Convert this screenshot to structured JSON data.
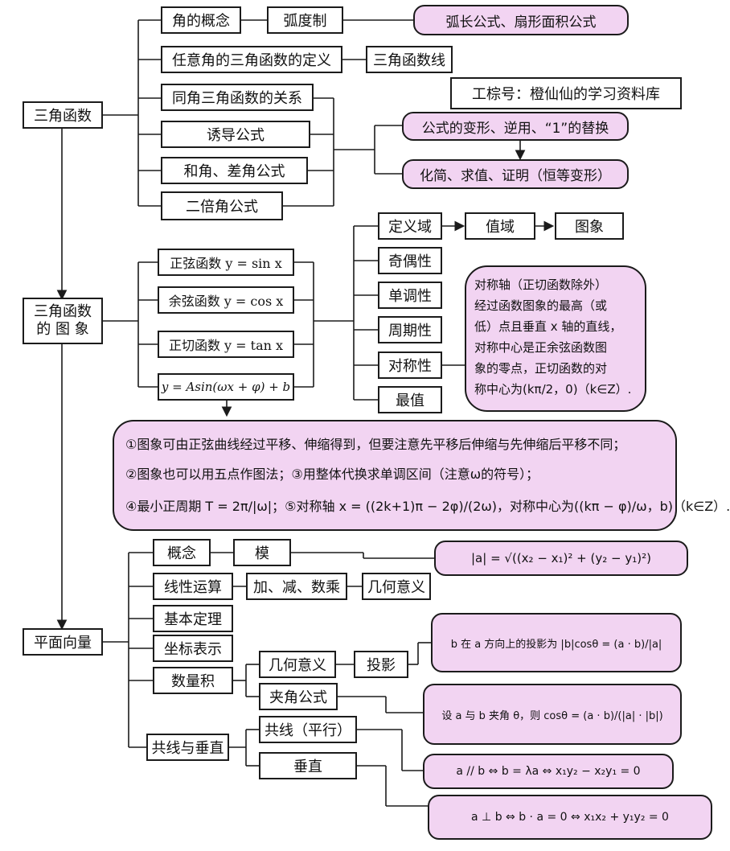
{
  "trig": {
    "root": "三角函数",
    "concept": "角的概念",
    "radian": "弧度制",
    "arc": "弧长公式、扇形面积公式",
    "definition": "任意角的三角函数的定义",
    "line": "三角函数线",
    "watermark": "工棕号：橙仙仙的学习资料库",
    "relation": "同角三角函数的关系",
    "induced": "诱导公式",
    "sumdiff": "和角、差角公式",
    "double": "二倍角公式",
    "transform": "公式的变形、逆用、“1”的替换",
    "simplify": "化简、求值、证明（恒等变形）"
  },
  "graph": {
    "root_line1": "三角函数",
    "root_line2": "的 图 象",
    "sin": "正弦函数 y = sin x",
    "cos": "余弦函数 y = cos x",
    "tan": "正切函数 y = tan x",
    "general": "y = Asin(ωx + φ) + b",
    "domain": "定义域",
    "range": "值域",
    "image": "图象",
    "parity": "奇偶性",
    "monotonic": "单调性",
    "period": "周期性",
    "symmetry": "对称性",
    "extreme": "最值",
    "sym_note": [
      "对称轴（正切函数除外）",
      "经过函数图象的最高（或",
      "低）点且垂直 x 轴的直线，",
      "对称中心是正余弦函数图",
      "象的零点，正切函数的对",
      "称中心为(kπ/2，0)（k∈Z）."
    ],
    "note_lines": [
      "①图象可由正弦曲线经过平移、伸缩得到，但要注意先平移后伸缩与先伸缩后平移不同；",
      "②图象也可以用五点作图法；③用整体代换求单调区间（注意ω的符号）；",
      "④最小正周期 T = 2π/|ω|；⑤对称轴 x = ((2k+1)π − 2φ)/(2ω)，对称中心为((kπ − φ)/ω，b)（k∈Z）."
    ]
  },
  "vector": {
    "root": "平面向量",
    "concept": "概念",
    "modulus": "模",
    "modulus_formula": "|a| = √((x₂ − x₁)² + (y₂ − y₁)²)",
    "linear": "线性运算",
    "ops": "加、减、数乘",
    "geo_meaning": "几何意义",
    "basic": "基本定理",
    "coord": "坐标表示",
    "dot": "数量积",
    "dot_geo": "几何意义",
    "projection": "投影",
    "projection_formula": "b 在 a 方向上的投影为 |b|cosθ = (a · b)/|a|",
    "angle": "夹角公式",
    "angle_formula": "设 a 与 b 夹角 θ，则 cosθ = (a · b)/(|a| · |b|)",
    "colperp": "共线与垂直",
    "collinear": "共线（平行）",
    "perp": "垂直",
    "parallel_formula": "a // b ⇔ b = λa ⇔ x₁y₂ − x₂y₁ = 0",
    "perp_formula": "a ⊥ b ⇔ b · a = 0 ⇔ x₁x₂ + y₁y₂ = 0"
  }
}
